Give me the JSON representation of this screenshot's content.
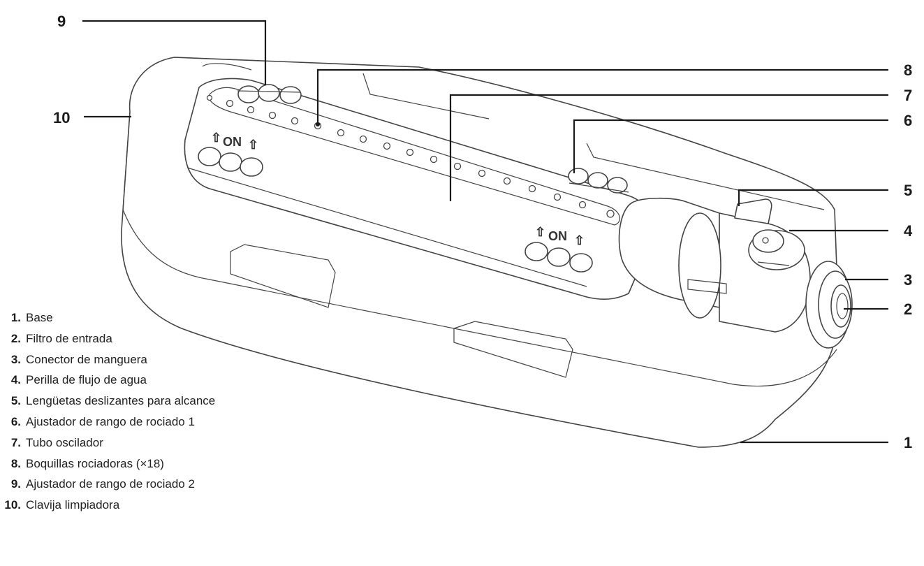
{
  "callouts": {
    "c1": "1",
    "c2": "2",
    "c3": "3",
    "c4": "4",
    "c5": "5",
    "c6": "6",
    "c7": "7",
    "c8": "8",
    "c9": "9",
    "c10": "10"
  },
  "adjuster_label": "ON",
  "legend": [
    {
      "num": "1.",
      "label": "Base"
    },
    {
      "num": "2.",
      "label": "Filtro de entrada"
    },
    {
      "num": "3.",
      "label": "Conector de manguera"
    },
    {
      "num": "4.",
      "label": "Perilla de flujo de agua"
    },
    {
      "num": "5.",
      "label": "Lengüetas deslizantes para alcance"
    },
    {
      "num": "6.",
      "label": "Ajustador de rango de rociado 1"
    },
    {
      "num": "7.",
      "label": "Tubo oscilador"
    },
    {
      "num": "8.",
      "label": "Boquillas rociadoras (×18)"
    },
    {
      "num": "9.",
      "label": "Ajustador de rango de rociado 2"
    },
    {
      "num": "10.",
      "label": "Clavija limpiadora"
    }
  ]
}
